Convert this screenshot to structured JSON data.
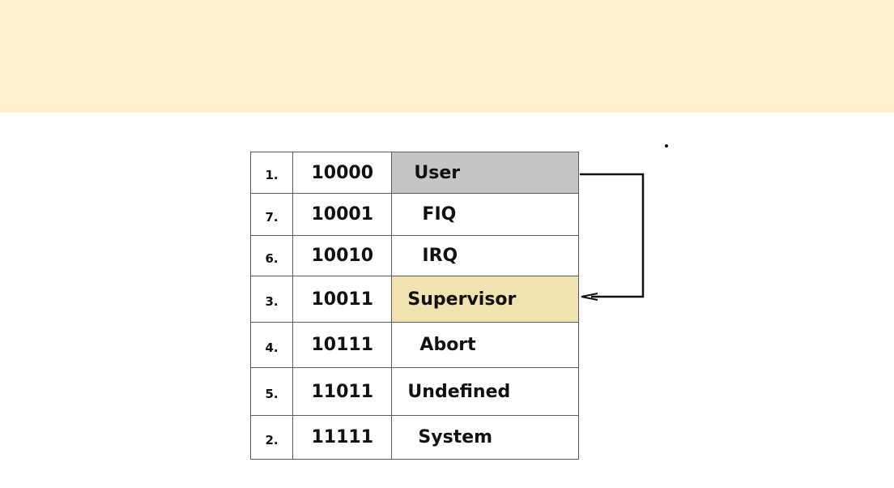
{
  "colors": {
    "top_band": "#fff1d0",
    "user_highlight": "#c4c4c4",
    "supervisor_highlight": "#f0e3b0",
    "border": "#5a5a5a"
  },
  "rows": [
    {
      "num": "1.",
      "bits": "10000",
      "mode": "User"
    },
    {
      "num": "7.",
      "bits": "10001",
      "mode": "FIQ"
    },
    {
      "num": "6.",
      "bits": "10010",
      "mode": "IRQ"
    },
    {
      "num": "3.",
      "bits": "10011",
      "mode": "Supervisor"
    },
    {
      "num": "4.",
      "bits": "10111",
      "mode": "Abort"
    },
    {
      "num": "5.",
      "bits": "11011",
      "mode": "Undefined"
    },
    {
      "num": "2.",
      "bits": "11111",
      "mode": "System"
    }
  ],
  "arrow": {
    "from": "User",
    "to": "Supervisor",
    "icon": "arrow-right-to-left-icon"
  }
}
